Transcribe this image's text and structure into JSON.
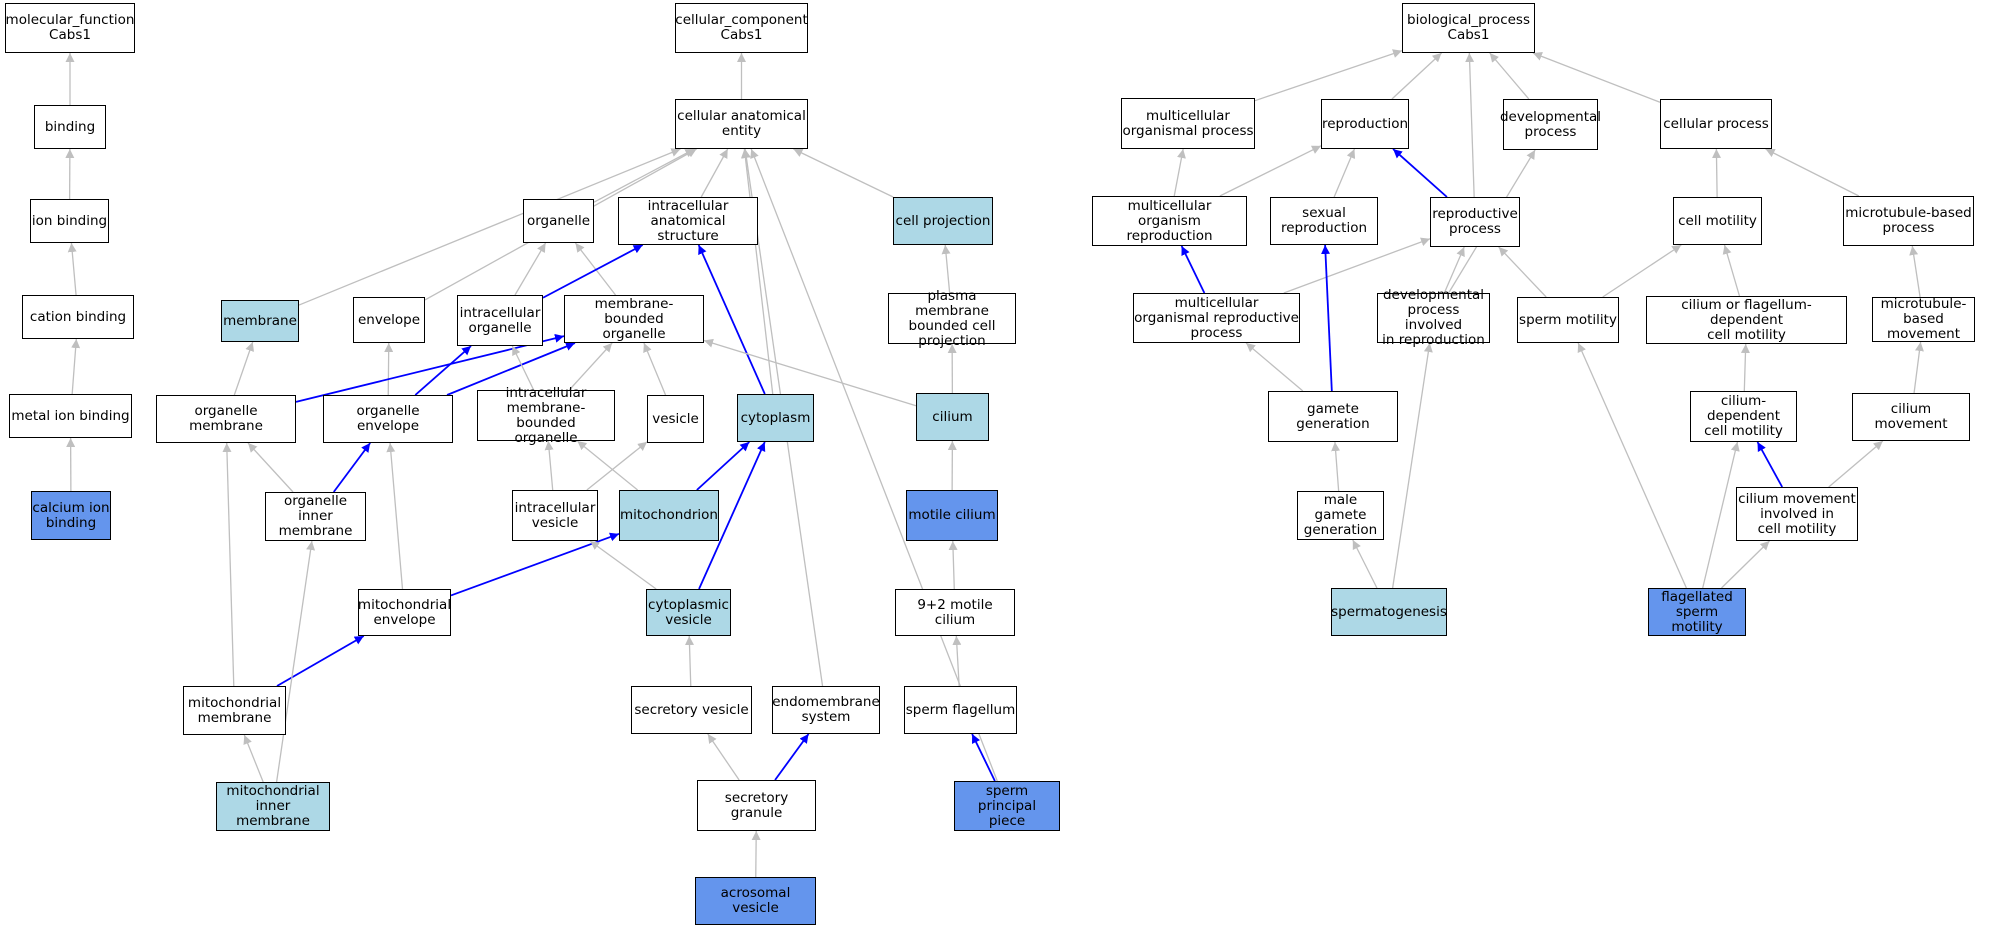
{
  "colors": {
    "plain": "#ffffff",
    "light": "#add8e6",
    "strong": "#6495ed",
    "edge_gray": "#bfbfbf",
    "edge_blue": "#0000ff"
  },
  "nodes": [
    {
      "id": "mf",
      "label": "molecular_function\nCabs1",
      "fill": "plain"
    },
    {
      "id": "binding",
      "label": "binding",
      "fill": "plain"
    },
    {
      "id": "ionb",
      "label": "ion binding",
      "fill": "plain"
    },
    {
      "id": "catb",
      "label": "cation binding",
      "fill": "plain"
    },
    {
      "id": "metb",
      "label": "metal ion binding",
      "fill": "plain"
    },
    {
      "id": "calb",
      "label": "calcium ion\nbinding",
      "fill": "strong"
    },
    {
      "id": "cc",
      "label": "cellular_component\nCabs1",
      "fill": "plain"
    },
    {
      "id": "cae",
      "label": "cellular anatomical\nentity",
      "fill": "plain"
    },
    {
      "id": "organelle",
      "label": "organelle",
      "fill": "plain"
    },
    {
      "id": "ias",
      "label": "intracellular\nanatomical structure",
      "fill": "plain"
    },
    {
      "id": "cellproj",
      "label": "cell projection",
      "fill": "light"
    },
    {
      "id": "membrane",
      "label": "membrane",
      "fill": "light"
    },
    {
      "id": "envelope",
      "label": "envelope",
      "fill": "plain"
    },
    {
      "id": "intorg",
      "label": "intracellular\norganelle",
      "fill": "plain"
    },
    {
      "id": "mbo",
      "label": "membrane-bounded\norganelle",
      "fill": "plain"
    },
    {
      "id": "pmbcp",
      "label": "plasma membrane\nbounded cell\nprojection",
      "fill": "plain"
    },
    {
      "id": "orgmem",
      "label": "organelle membrane",
      "fill": "plain"
    },
    {
      "id": "orgenv",
      "label": "organelle envelope",
      "fill": "plain"
    },
    {
      "id": "imbo",
      "label": "intracellular\nmembrane-bounded\norganelle",
      "fill": "plain"
    },
    {
      "id": "vesicle",
      "label": "vesicle",
      "fill": "plain"
    },
    {
      "id": "cytoplasm",
      "label": "cytoplasm",
      "fill": "light"
    },
    {
      "id": "cilium",
      "label": "cilium",
      "fill": "light"
    },
    {
      "id": "oim",
      "label": "organelle inner\nmembrane",
      "fill": "plain"
    },
    {
      "id": "intves",
      "label": "intracellular\nvesicle",
      "fill": "plain"
    },
    {
      "id": "mito",
      "label": "mitochondrion",
      "fill": "light"
    },
    {
      "id": "motcil",
      "label": "motile cilium",
      "fill": "strong"
    },
    {
      "id": "mitoenv",
      "label": "mitochondrial\nenvelope",
      "fill": "plain"
    },
    {
      "id": "cytves",
      "label": "cytoplasmic\nvesicle",
      "fill": "light"
    },
    {
      "id": "ninetwo",
      "label": "9+2 motile cilium",
      "fill": "plain"
    },
    {
      "id": "mitomem",
      "label": "mitochondrial\nmembrane",
      "fill": "plain"
    },
    {
      "id": "secves",
      "label": "secretory vesicle",
      "fill": "plain"
    },
    {
      "id": "endo",
      "label": "endomembrane\nsystem",
      "fill": "plain"
    },
    {
      "id": "spflag",
      "label": "sperm flagellum",
      "fill": "plain"
    },
    {
      "id": "mitoinner",
      "label": "mitochondrial\ninner membrane",
      "fill": "light"
    },
    {
      "id": "secgran",
      "label": "secretory granule",
      "fill": "plain"
    },
    {
      "id": "sppp",
      "label": "sperm principal\npiece",
      "fill": "strong"
    },
    {
      "id": "acro",
      "label": "acrosomal vesicle",
      "fill": "strong"
    },
    {
      "id": "bp",
      "label": "biological_process\nCabs1",
      "fill": "plain"
    },
    {
      "id": "mcop",
      "label": "multicellular\norganismal process",
      "fill": "plain"
    },
    {
      "id": "repro",
      "label": "reproduction",
      "fill": "plain"
    },
    {
      "id": "devproc",
      "label": "developmental\nprocess",
      "fill": "plain"
    },
    {
      "id": "cellproc",
      "label": "cellular process",
      "fill": "plain"
    },
    {
      "id": "mcorep",
      "label": "multicellular\norganism reproduction",
      "fill": "plain"
    },
    {
      "id": "sexrep",
      "label": "sexual reproduction",
      "fill": "plain"
    },
    {
      "id": "repproc",
      "label": "reproductive\nprocess",
      "fill": "plain"
    },
    {
      "id": "cellmot",
      "label": "cell motility",
      "fill": "plain"
    },
    {
      "id": "mtbp",
      "label": "microtubule-based\nprocess",
      "fill": "plain"
    },
    {
      "id": "mcorp",
      "label": "multicellular\norganismal reproductive\nprocess",
      "fill": "plain"
    },
    {
      "id": "dpir",
      "label": "developmental\nprocess involved\nin reproduction",
      "fill": "plain"
    },
    {
      "id": "spmot",
      "label": "sperm motility",
      "fill": "plain"
    },
    {
      "id": "cfdcm",
      "label": "cilium or flagellum-dependent\ncell motility",
      "fill": "plain"
    },
    {
      "id": "mtbm",
      "label": "microtubule-based\nmovement",
      "fill": "plain"
    },
    {
      "id": "gamgen",
      "label": "gamete generation",
      "fill": "plain"
    },
    {
      "id": "cdcm",
      "label": "cilium-dependent\ncell motility",
      "fill": "plain"
    },
    {
      "id": "cilmov",
      "label": "cilium movement",
      "fill": "plain"
    },
    {
      "id": "mgg",
      "label": "male gamete\ngeneration",
      "fill": "plain"
    },
    {
      "id": "cmicm",
      "label": "cilium movement\ninvolved in\ncell motility",
      "fill": "plain"
    },
    {
      "id": "spermato",
      "label": "spermatogenesis",
      "fill": "light"
    },
    {
      "id": "flagsm",
      "label": "flagellated\nsperm motility",
      "fill": "strong"
    }
  ],
  "edges": [
    {
      "from": "binding",
      "to": "mf",
      "color": "gray"
    },
    {
      "from": "ionb",
      "to": "binding",
      "color": "gray"
    },
    {
      "from": "catb",
      "to": "ionb",
      "color": "gray"
    },
    {
      "from": "metb",
      "to": "catb",
      "color": "gray"
    },
    {
      "from": "calb",
      "to": "metb",
      "color": "gray"
    },
    {
      "from": "cae",
      "to": "cc",
      "color": "gray"
    },
    {
      "from": "membrane",
      "to": "cae",
      "color": "gray"
    },
    {
      "from": "envelope",
      "to": "cae",
      "color": "gray"
    },
    {
      "from": "organelle",
      "to": "cae",
      "color": "gray"
    },
    {
      "from": "ias",
      "to": "cae",
      "color": "gray"
    },
    {
      "from": "cytoplasm",
      "to": "cae",
      "color": "gray"
    },
    {
      "from": "endo",
      "to": "cae",
      "color": "gray"
    },
    {
      "from": "cellproj",
      "to": "cae",
      "color": "gray"
    },
    {
      "from": "sppp",
      "to": "cae",
      "color": "gray"
    },
    {
      "from": "intorg",
      "to": "organelle",
      "color": "gray"
    },
    {
      "from": "mbo",
      "to": "organelle",
      "color": "gray"
    },
    {
      "from": "intorg",
      "to": "ias",
      "color": "blue"
    },
    {
      "from": "cytoplasm",
      "to": "ias",
      "color": "blue"
    },
    {
      "from": "pmbcp",
      "to": "cellproj",
      "color": "gray"
    },
    {
      "from": "orgmem",
      "to": "membrane",
      "color": "gray"
    },
    {
      "from": "orgenv",
      "to": "envelope",
      "color": "gray"
    },
    {
      "from": "orgmem",
      "to": "mbo",
      "color": "blue"
    },
    {
      "from": "orgenv",
      "to": "mbo",
      "color": "blue"
    },
    {
      "from": "orgenv",
      "to": "intorg",
      "color": "blue"
    },
    {
      "from": "imbo",
      "to": "intorg",
      "color": "gray"
    },
    {
      "from": "imbo",
      "to": "mbo",
      "color": "gray"
    },
    {
      "from": "vesicle",
      "to": "mbo",
      "color": "gray"
    },
    {
      "from": "cilium",
      "to": "mbo",
      "color": "gray"
    },
    {
      "from": "cilium",
      "to": "pmbcp",
      "color": "gray"
    },
    {
      "from": "oim",
      "to": "orgmem",
      "color": "gray"
    },
    {
      "from": "oim",
      "to": "orgenv",
      "color": "blue"
    },
    {
      "from": "intves",
      "to": "vesicle",
      "color": "gray"
    },
    {
      "from": "intves",
      "to": "imbo",
      "color": "gray"
    },
    {
      "from": "mito",
      "to": "imbo",
      "color": "gray"
    },
    {
      "from": "mito",
      "to": "cytoplasm",
      "color": "blue"
    },
    {
      "from": "motcil",
      "to": "cilium",
      "color": "gray"
    },
    {
      "from": "mitoenv",
      "to": "orgenv",
      "color": "gray"
    },
    {
      "from": "mitoenv",
      "to": "mito",
      "color": "blue"
    },
    {
      "from": "cytves",
      "to": "intves",
      "color": "gray"
    },
    {
      "from": "cytves",
      "to": "cytoplasm",
      "color": "blue"
    },
    {
      "from": "ninetwo",
      "to": "motcil",
      "color": "gray"
    },
    {
      "from": "mitomem",
      "to": "orgmem",
      "color": "gray"
    },
    {
      "from": "mitomem",
      "to": "mitoenv",
      "color": "blue"
    },
    {
      "from": "secves",
      "to": "cytves",
      "color": "gray"
    },
    {
      "from": "spflag",
      "to": "ninetwo",
      "color": "gray"
    },
    {
      "from": "mitoinner",
      "to": "mitomem",
      "color": "gray"
    },
    {
      "from": "mitoinner",
      "to": "oim",
      "color": "gray"
    },
    {
      "from": "secgran",
      "to": "secves",
      "color": "gray"
    },
    {
      "from": "secgran",
      "to": "endo",
      "color": "blue"
    },
    {
      "from": "sppp",
      "to": "spflag",
      "color": "blue"
    },
    {
      "from": "acro",
      "to": "secgran",
      "color": "gray"
    },
    {
      "from": "mcop",
      "to": "bp",
      "color": "gray"
    },
    {
      "from": "repro",
      "to": "bp",
      "color": "gray"
    },
    {
      "from": "repproc",
      "to": "bp",
      "color": "gray"
    },
    {
      "from": "devproc",
      "to": "bp",
      "color": "gray"
    },
    {
      "from": "cellproc",
      "to": "bp",
      "color": "gray"
    },
    {
      "from": "mcorep",
      "to": "mcop",
      "color": "gray"
    },
    {
      "from": "mcorep",
      "to": "repro",
      "color": "gray"
    },
    {
      "from": "sexrep",
      "to": "repro",
      "color": "gray"
    },
    {
      "from": "repproc",
      "to": "repro",
      "color": "blue"
    },
    {
      "from": "mcorp",
      "to": "mcorep",
      "color": "blue"
    },
    {
      "from": "mcorp",
      "to": "repproc",
      "color": "gray"
    },
    {
      "from": "dpir",
      "to": "repproc",
      "color": "gray"
    },
    {
      "from": "dpir",
      "to": "devproc",
      "color": "gray"
    },
    {
      "from": "spmot",
      "to": "repproc",
      "color": "gray"
    },
    {
      "from": "cellmot",
      "to": "cellproc",
      "color": "gray"
    },
    {
      "from": "mtbp",
      "to": "cellproc",
      "color": "gray"
    },
    {
      "from": "spmot",
      "to": "cellmot",
      "color": "gray"
    },
    {
      "from": "cfdcm",
      "to": "cellmot",
      "color": "gray"
    },
    {
      "from": "mtbm",
      "to": "mtbp",
      "color": "gray"
    },
    {
      "from": "gamgen",
      "to": "mcorp",
      "color": "gray"
    },
    {
      "from": "gamgen",
      "to": "sexrep",
      "color": "blue"
    },
    {
      "from": "cdcm",
      "to": "cfdcm",
      "color": "gray"
    },
    {
      "from": "cilmov",
      "to": "mtbm",
      "color": "gray"
    },
    {
      "from": "mgg",
      "to": "gamgen",
      "color": "gray"
    },
    {
      "from": "cmicm",
      "to": "cdcm",
      "color": "blue"
    },
    {
      "from": "cmicm",
      "to": "cilmov",
      "color": "gray"
    },
    {
      "from": "spermato",
      "to": "mgg",
      "color": "gray"
    },
    {
      "from": "spermato",
      "to": "dpir",
      "color": "gray"
    },
    {
      "from": "flagsm",
      "to": "spmot",
      "color": "gray"
    },
    {
      "from": "flagsm",
      "to": "cdcm",
      "color": "gray"
    },
    {
      "from": "flagsm",
      "to": "cmicm",
      "color": "gray"
    }
  ]
}
